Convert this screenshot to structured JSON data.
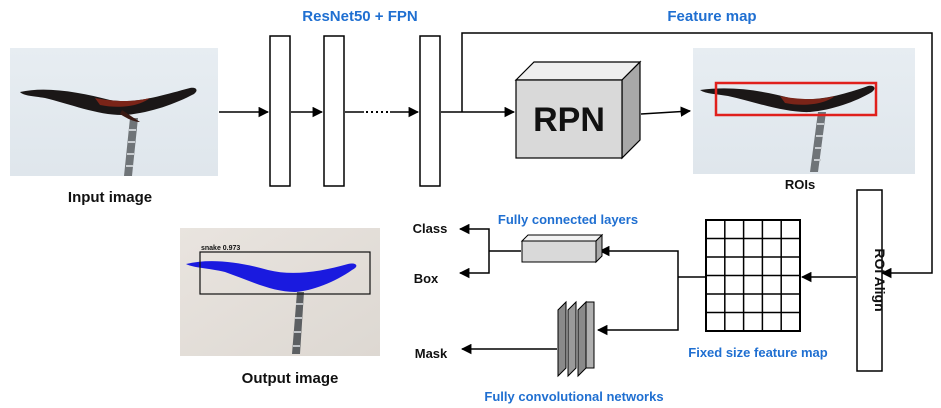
{
  "labels": {
    "backbone": "ResNet50 + FPN",
    "feature_map": "Feature map",
    "input_image": "Input image",
    "rpn": "RPN",
    "rois": "ROIs",
    "roi_align": "ROI Align",
    "fc_layers": "Fully connected layers",
    "class": "Class",
    "box": "Box",
    "mask": "Mask",
    "fixed_feature_map": "Fixed size feature map",
    "fcn": "Fully convolutional networks",
    "output_image": "Output image",
    "detection_label": "snake 0.973"
  },
  "colors": {
    "accent_blue": "#1f6fd1",
    "roi_box": "#e0201c",
    "mask": "#1a1adf",
    "sky": "#e4ebf1"
  }
}
